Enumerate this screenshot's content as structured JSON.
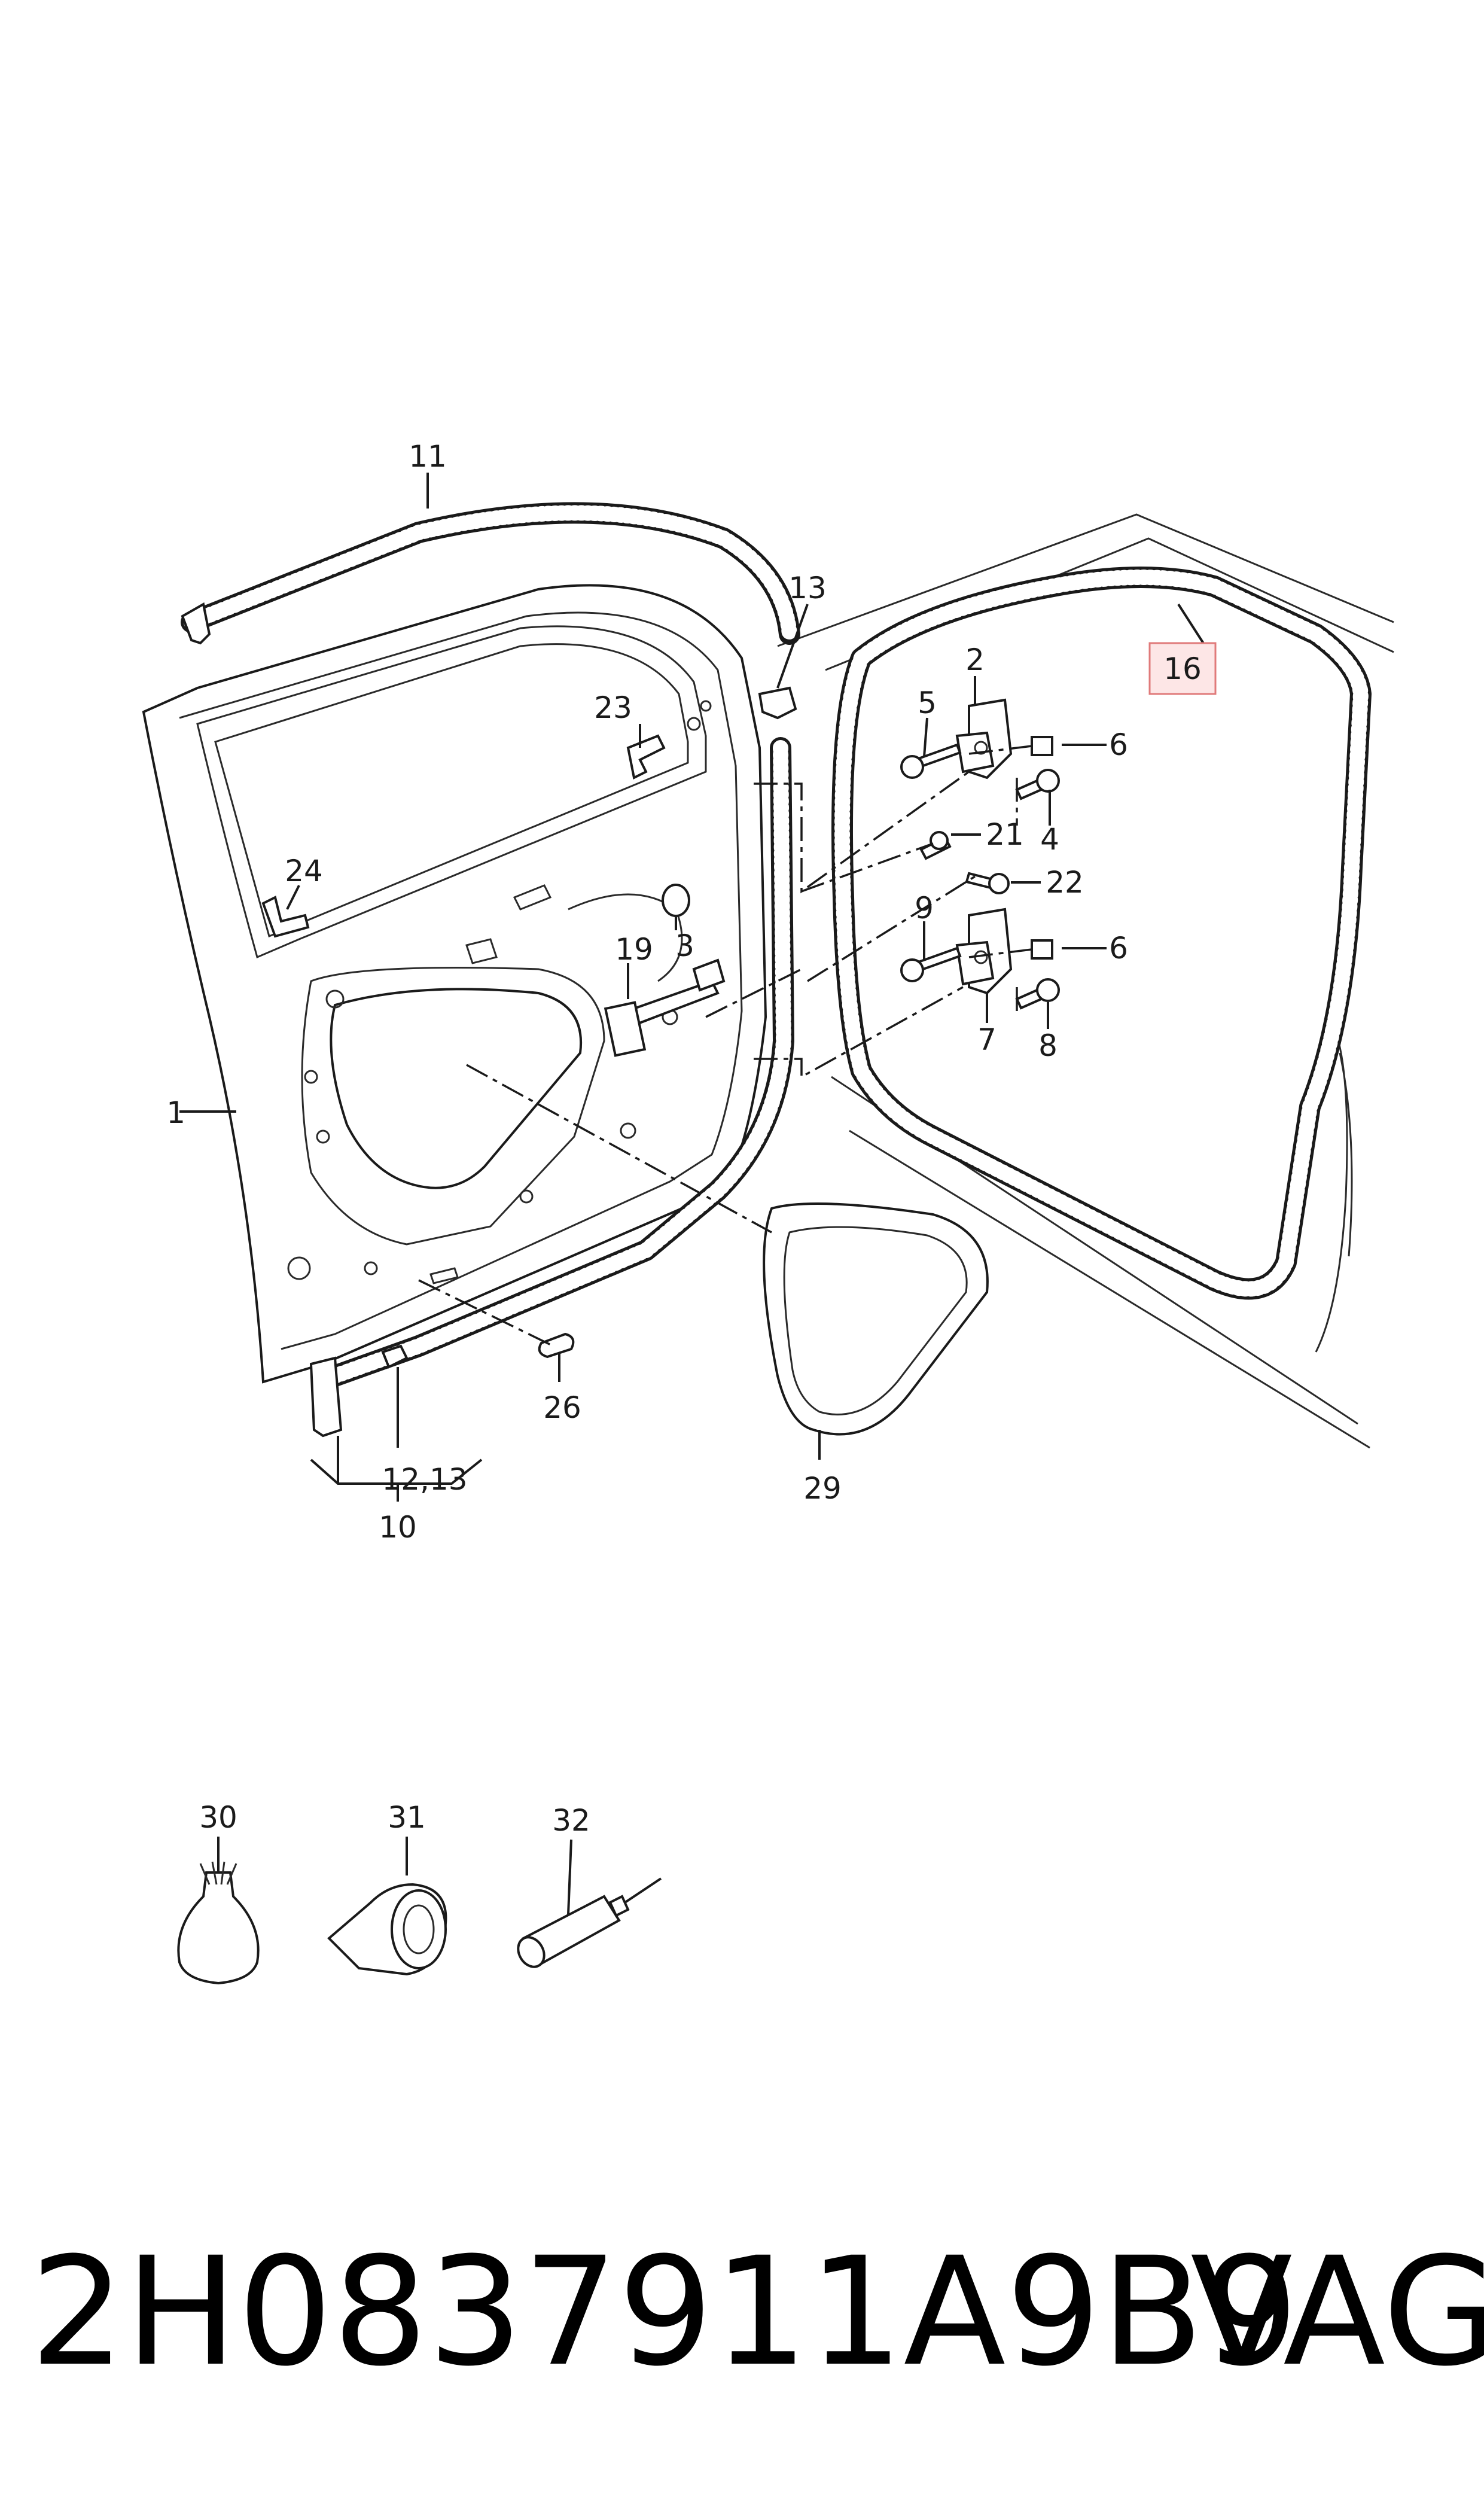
{
  "callouts": {
    "c1": "1",
    "c2": "2",
    "c3": "3",
    "c4": "4",
    "c5": "5",
    "c6a": "6",
    "c6b": "6",
    "c7": "7",
    "c8": "8",
    "c9": "9",
    "c10": "10",
    "c11": "11",
    "c1213": "12,13",
    "c13": "13",
    "c16": "16",
    "c19": "19",
    "c21": "21",
    "c22": "22",
    "c23": "23",
    "c24": "24",
    "c26": "26",
    "c29": "29",
    "c30": "30",
    "c31": "31",
    "c32": "32"
  },
  "highlight_color": "#e07a7a",
  "footer": {
    "part_number": "2H0837911A9B9",
    "brand": "VAG"
  }
}
